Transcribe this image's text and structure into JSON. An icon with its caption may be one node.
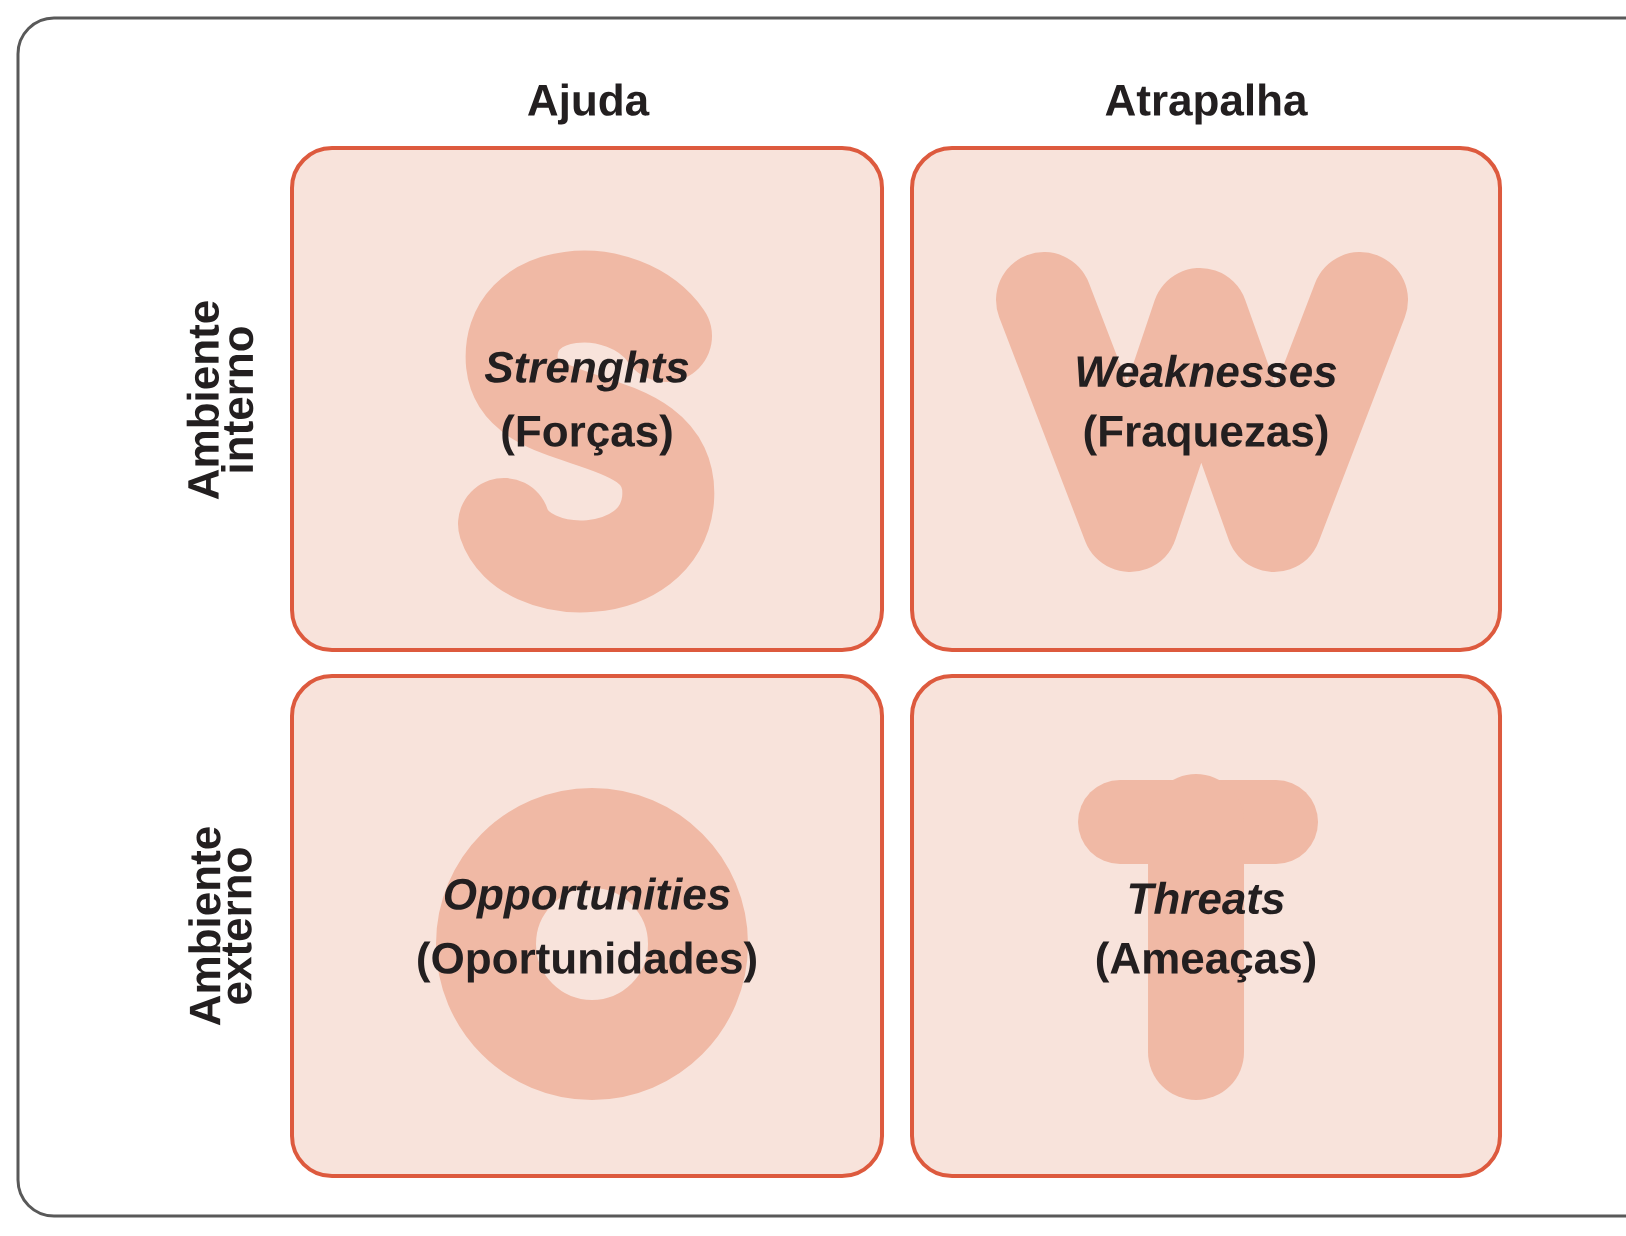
{
  "diagram": {
    "nodes": [
      {
        "text": [
          "Strenghts",
          "(Forças)"
        ]
      },
      {
        "text": [
          "Weaknesses",
          "(Fraquezas)"
        ]
      },
      {
        "text": [
          "Opportunities",
          "(Oportunidades)"
        ]
      },
      {
        "text": [
          "Threats",
          "(Ameaças)"
        ]
      }
    ],
    "labels": [
      "Ajuda",
      "Atrapalha",
      "Ambiente interno",
      "Ambiente externo"
    ]
  }
}
